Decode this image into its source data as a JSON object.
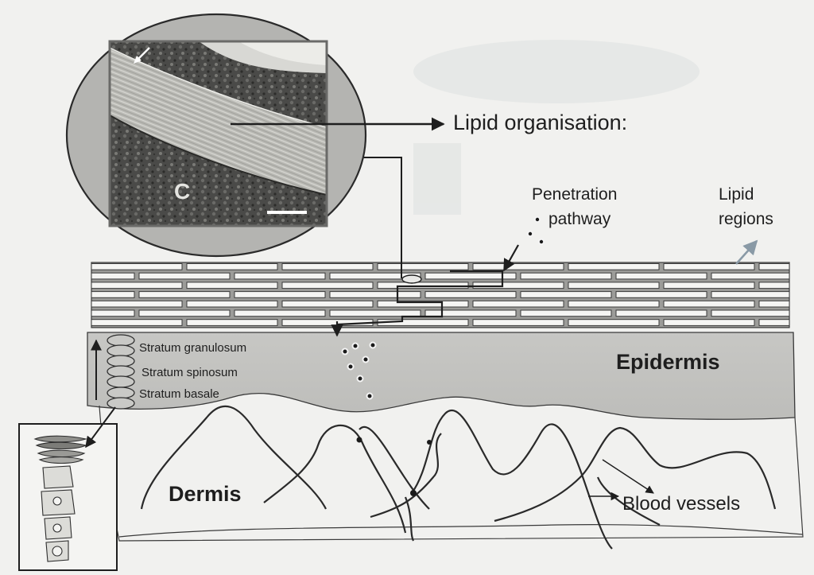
{
  "figure": {
    "micrograph_letter": "C",
    "labels": {
      "lipid_organisation": "Lipid organisation:",
      "penetration_line1": "Penetration",
      "penetration_line2": "pathway",
      "lipid_regions_line1": "Lipid",
      "lipid_regions_line2": "regions",
      "stratum_granulosum": "Stratum granulosum",
      "stratum_spinosum": "Stratum spinosum",
      "stratum_basale": "Stratum basale",
      "epidermis": "Epidermis",
      "dermis": "Dermis",
      "blood_vessels": "Blood vessels"
    }
  }
}
